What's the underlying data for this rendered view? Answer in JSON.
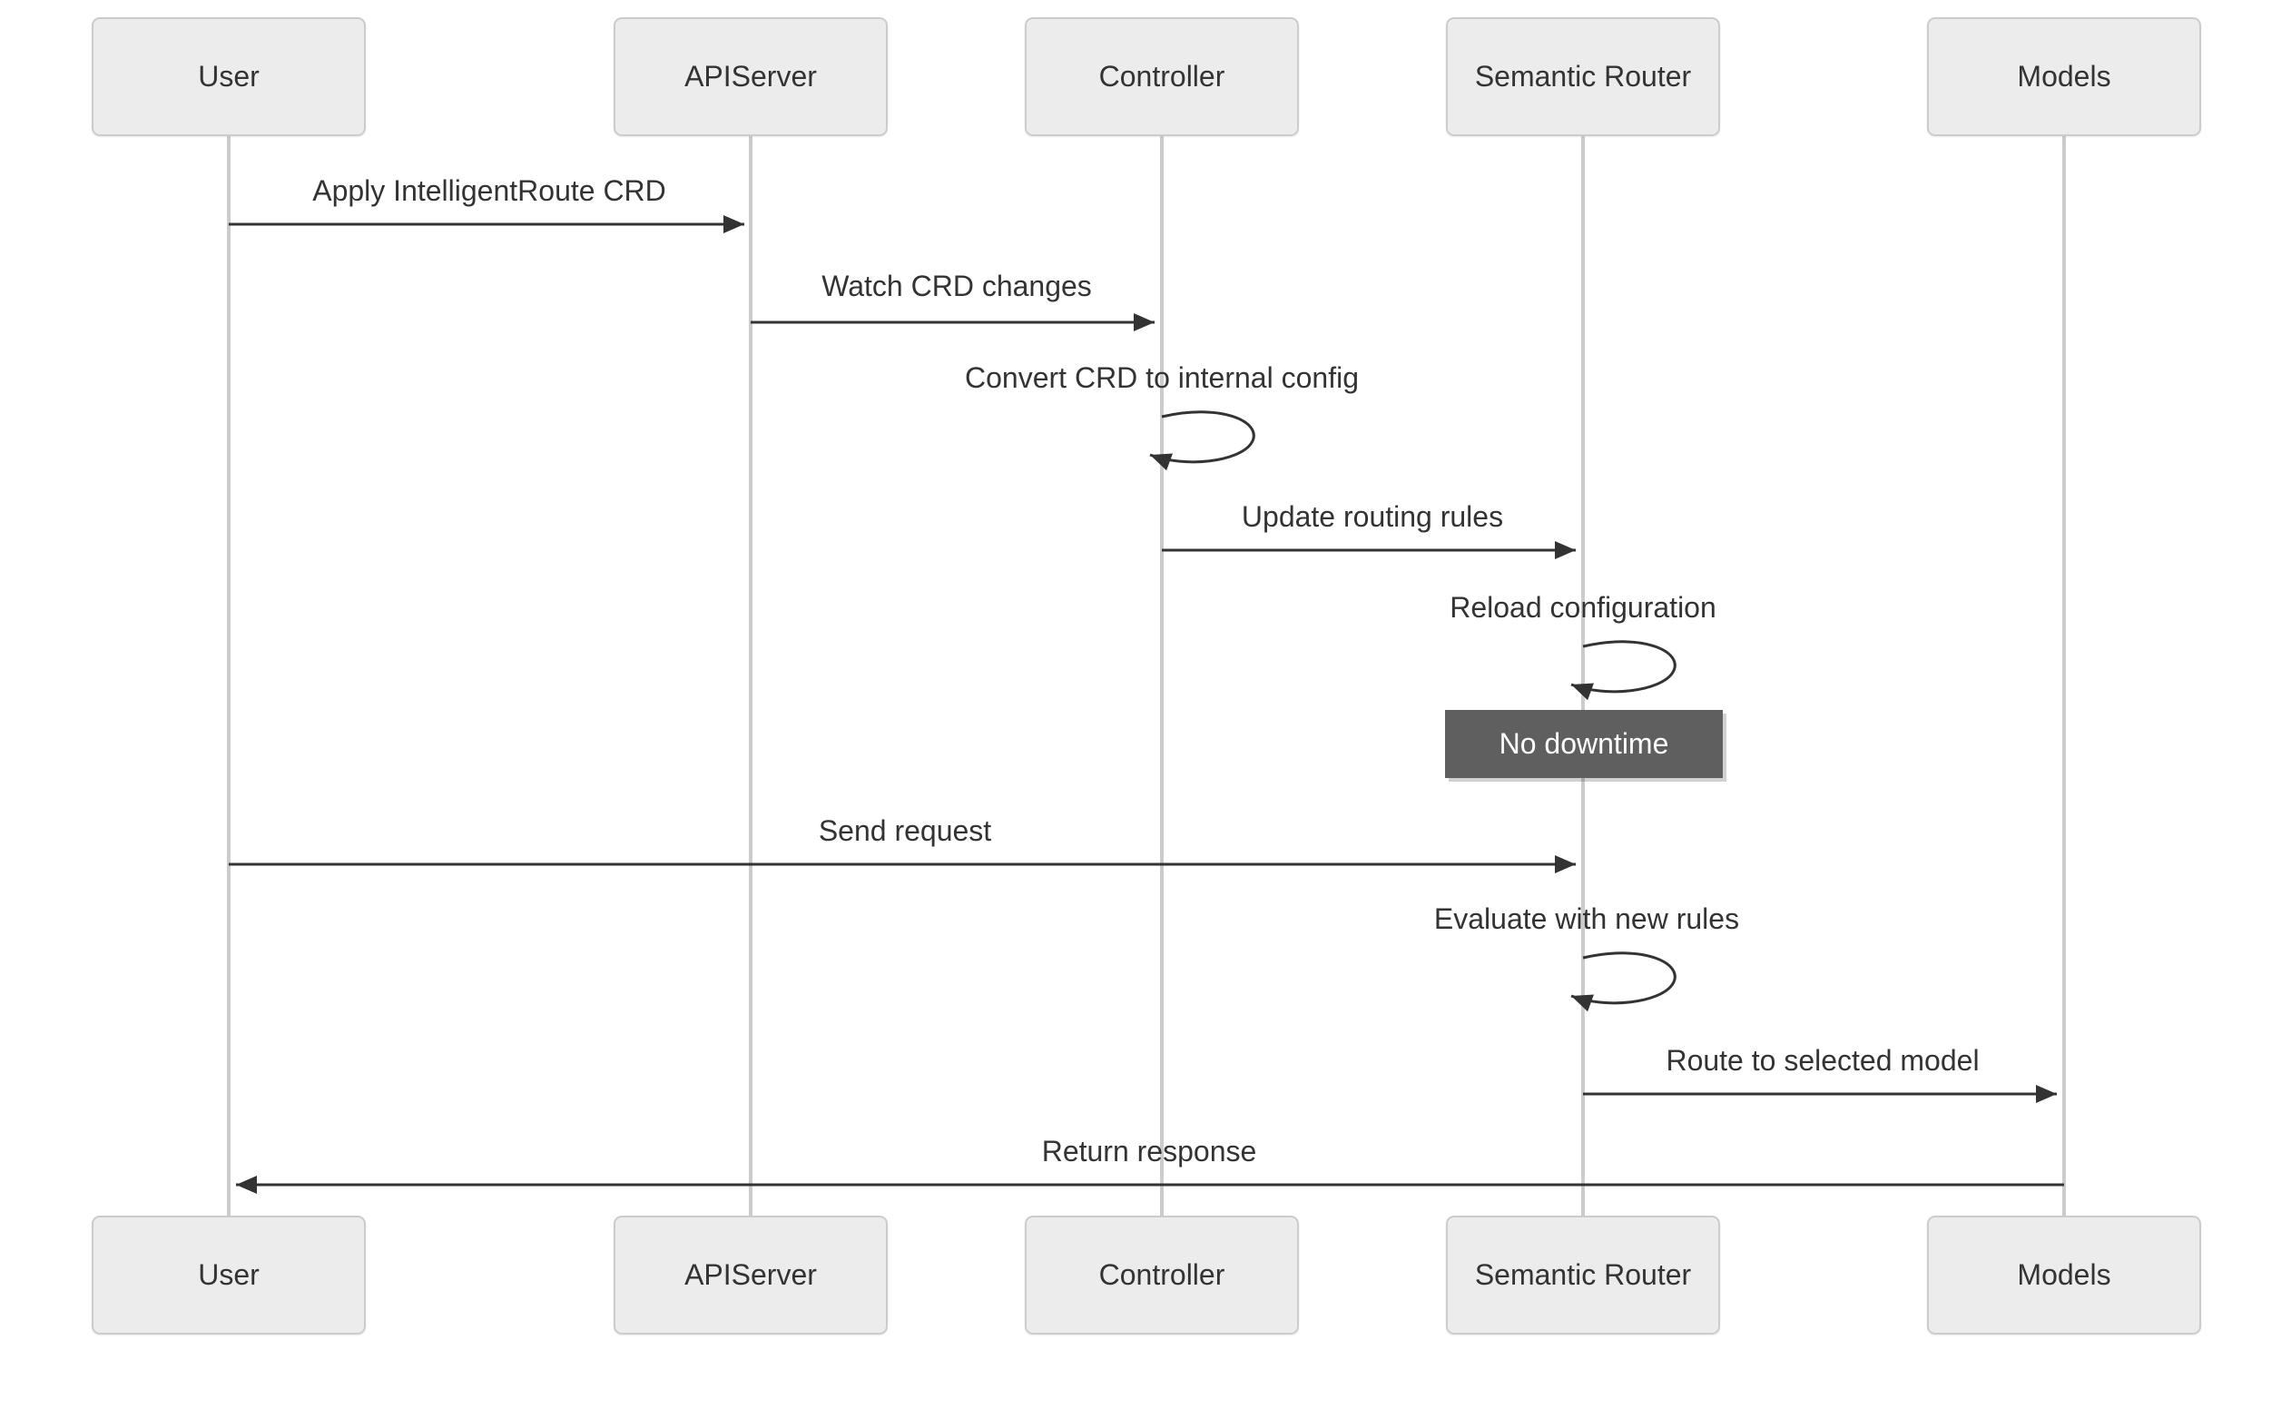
{
  "diagram": {
    "type": "sequence-diagram",
    "participants": [
      {
        "id": "user",
        "label": "User"
      },
      {
        "id": "apiserver",
        "label": "APIServer"
      },
      {
        "id": "controller",
        "label": "Controller"
      },
      {
        "id": "semantic-router",
        "label": "Semantic Router"
      },
      {
        "id": "models",
        "label": "Models"
      }
    ],
    "messages": [
      {
        "from": "User",
        "to": "APIServer",
        "text": "Apply IntelligentRoute CRD",
        "kind": "solid-arrow"
      },
      {
        "from": "APIServer",
        "to": "Controller",
        "text": "Watch CRD changes",
        "kind": "solid-arrow"
      },
      {
        "from": "Controller",
        "to": "Controller",
        "text": "Convert CRD to internal config",
        "kind": "self-loop"
      },
      {
        "from": "Controller",
        "to": "Semantic Router",
        "text": "Update routing rules",
        "kind": "solid-arrow"
      },
      {
        "from": "Semantic Router",
        "to": "Semantic Router",
        "text": "Reload configuration",
        "kind": "self-loop"
      },
      {
        "from": "User",
        "to": "Semantic Router",
        "text": "Send request",
        "kind": "solid-arrow"
      },
      {
        "from": "Semantic Router",
        "to": "Semantic Router",
        "text": "Evaluate with new rules",
        "kind": "self-loop"
      },
      {
        "from": "Semantic Router",
        "to": "Models",
        "text": "Route to selected model",
        "kind": "solid-arrow"
      },
      {
        "from": "Models",
        "to": "User",
        "text": "Return response",
        "kind": "solid-arrow"
      }
    ],
    "note": {
      "text": "No downtime",
      "over": "Semantic Router"
    },
    "colors": {
      "background": "#ffffff",
      "actor_fill": "#ececec",
      "actor_border": "#cccccc",
      "actor_text": "#333333",
      "lifeline": "#cccccc",
      "arrow": "#333333",
      "message_text": "#333333",
      "note_fill": "#5f5f5f",
      "note_text": "#ffffff"
    }
  }
}
